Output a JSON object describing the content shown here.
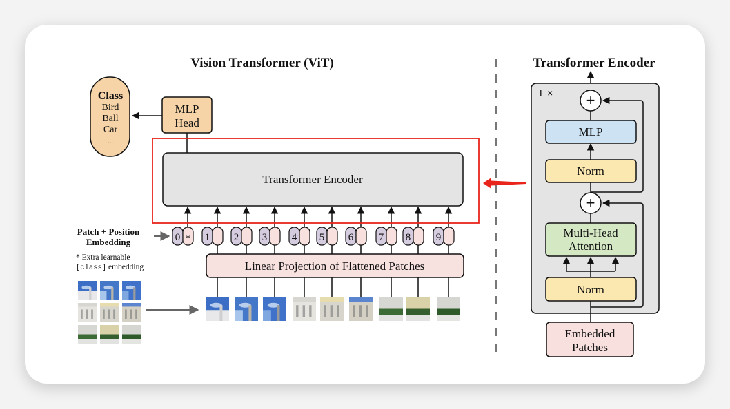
{
  "vit": {
    "title": "Vision Transformer (ViT)",
    "class_box": {
      "heading": "Class",
      "items": [
        "Bird",
        "Ball",
        "Car",
        "..."
      ]
    },
    "mlp_head": {
      "line1": "MLP",
      "line2": "Head"
    },
    "encoder_label": "Transformer Encoder",
    "embedding_label": {
      "line1": "Patch + Position",
      "line2": "Embedding"
    },
    "note": {
      "line1": "* Extra learnable",
      "code": "[class]",
      "line2_rest": " embedding"
    },
    "tokens": [
      "0",
      "1",
      "2",
      "3",
      "4",
      "5",
      "6",
      "7",
      "8",
      "9"
    ],
    "class_token_marker": "*",
    "projection_label": "Linear Projection of Flattened Patches",
    "patch_count": 9
  },
  "encoder_detail": {
    "title": "Transformer Encoder",
    "repeat_label": "L ×",
    "add_symbol": "+",
    "mlp_label": "MLP",
    "norm_label": "Norm",
    "attention": {
      "line1": "Multi-Head",
      "line2": "Attention"
    },
    "input": {
      "line1": "Embedded",
      "line2": "Patches"
    }
  },
  "colors": {
    "class_fill": "#f6d4a8",
    "mlp_head_fill": "#f6d4a8",
    "encoder_fill": "#e4e4e4",
    "highlight_red": "#e8241b",
    "token_position_fill": "#d6cce0",
    "token_patch_fill": "#f8e0de",
    "projection_fill": "#f8e2e0",
    "block_fill": "#e4e4e4",
    "mlp_fill": "#cde3f4",
    "norm_fill": "#fbe8b0",
    "attention_fill": "#d4e8c4",
    "embedded_fill": "#f7e0de",
    "dash_gray": "#777777"
  }
}
